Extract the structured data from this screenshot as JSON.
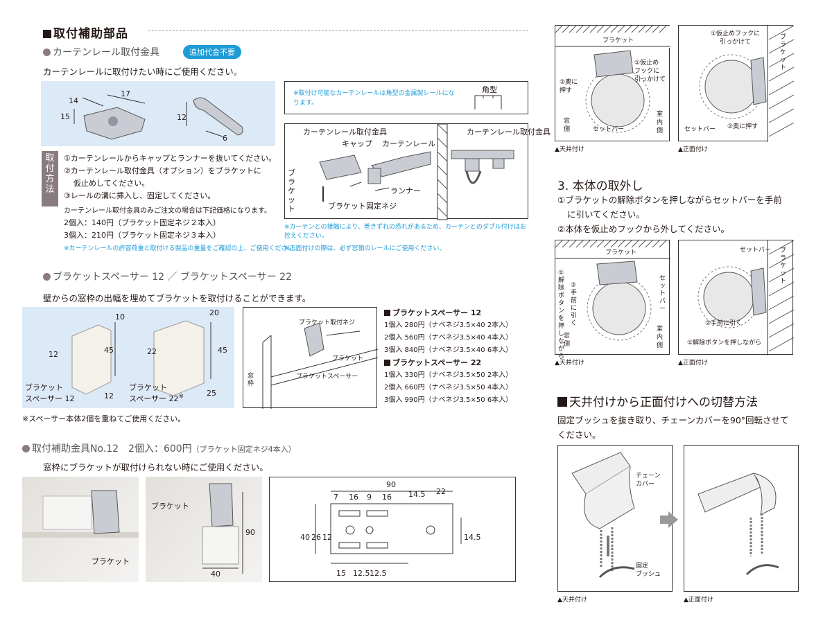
{
  "left": {
    "section_title": "取付補助部品",
    "rail_fitting": {
      "heading": "カーテンレール取付金具",
      "badge": "追加代金不要",
      "intro": "カーテンレールに取付けたい時にご使用ください。",
      "dims": [
        "14",
        "17",
        "15",
        "12",
        "6"
      ],
      "method_tab": "取付方法",
      "steps": [
        "①カーテンレールからキャップとランナーを抜いてください。",
        "②カーテンレール取付金具（オプション）をブラケットに",
        "仮止めしてください。",
        "③レールの溝に挿入し、固定してください。"
      ],
      "price_note": "カーテンレール取付金具のみご注文の場合は下記価格になります。",
      "prices": [
        "2個入：140円（ブラケット固定ネジ２本入）",
        "3個入：210円（ブラケット固定ネジ３本入）"
      ],
      "caution": "※カーテンレールの許容荷重と取付ける製品の重量をご確認の上、ご使用ください。",
      "rail_note": "※取付け可能なカーテンレールは角型の金属製レールになります。",
      "rail_type": "角型",
      "diag_labels": {
        "fitting": "カーテンレール取付金具",
        "cap": "キャップ",
        "rail": "カーテンレール",
        "bracket": "ブラケット",
        "runner": "ランナー",
        "screw": "ブラケット固定ネジ",
        "fitting2": "カーテンレール取付金具"
      },
      "contact_note": "※カーテンとの接触により、巻きずれの恐れがあるため、カーテンとのダブル付けはお控えください。",
      "front_note": "※正面付けの際は、必ず窓側のレールにご使用ください。"
    },
    "spacer": {
      "heading": "ブラケットスペーサー 12 ／ ブラケットスペーサー 22",
      "intro": "壁からの窓枠の出幅を埋めてブラケットを取付けることができます。",
      "dims12": [
        "10",
        "45",
        "12",
        "12"
      ],
      "dims22": [
        "20",
        "45",
        "22",
        "25"
      ],
      "label12a": "ブラケット",
      "label12b": "スペーサー 12",
      "label22a": "ブラケット",
      "label22b": "スペーサー 22",
      "star": "※",
      "diag_labels": {
        "screw": "ブラケット取付ネジ",
        "bracket": "ブラケット",
        "spacer": "ブラケットスペーサー",
        "frame": "窓枠"
      },
      "price12_title": "ブラケットスペーサー 12",
      "price12": [
        "1個入 280円（ナベネジ3.5×40 2本入）",
        "2個入 560円（ナベネジ3.5×40 4本入）",
        "3個入 840円（ナベネジ3.5×40 6本入）"
      ],
      "price22_title": "ブラケットスペーサー 22",
      "price22": [
        "1個入 330円（ナベネジ3.5×50 2本入）",
        "2個入 660円（ナベネジ3.5×50 4本入）",
        "3個入 990円（ナベネジ3.5×50 6本入）"
      ],
      "note": "※スペーサー本体2個を重ねてご使用ください。"
    },
    "aux": {
      "heading": "取付補助金具No.12　2個入：600円",
      "heading_small": "（ブラケット固定ネジ4本入）",
      "intro": "窓枠にブラケットが取付けられない時にご使用ください。",
      "photo1_label": "ブラケット",
      "photo2_label": "ブラケット",
      "photo2_dims": [
        "90",
        "40"
      ],
      "drawing_dims": [
        "90",
        "7",
        "16",
        "9",
        "16",
        "14.5",
        "22",
        "40",
        "26",
        "12",
        "14.5",
        "15",
        "12.5",
        "12.5"
      ]
    }
  },
  "right": {
    "top_diag1": {
      "bracket": "ブラケット",
      "hook": [
        "①仮止め",
        "フックに",
        "引っかけて"
      ],
      "push": [
        "②奥に",
        "押す"
      ],
      "window": [
        "窓",
        "側"
      ],
      "room": [
        "室",
        "内",
        "側"
      ],
      "setbar": "セットバー",
      "caption": "▲天井付け"
    },
    "top_diag2": {
      "hook": [
        "①仮止めフックに",
        "引っかけて"
      ],
      "bracket": "ブラケット",
      "setbar": "セットバー",
      "push": "②奥に押す",
      "caption": "▲正面付け"
    },
    "remove": {
      "title": "3. 本体の取外し",
      "steps": [
        "①ブラケットの解除ボタンを押しながらセットバーを手前",
        "に引いてください。",
        "②本体を仮止めフックから外してください。"
      ]
    },
    "mid_diag1": {
      "bracket": "ブラケット",
      "release": "①解除ボタンを押しながら",
      "pull": "②手前に引く",
      "setbar": "セットバー",
      "window": [
        "窓",
        "側"
      ],
      "room": [
        "室",
        "内",
        "側"
      ],
      "caption": "▲天井付け"
    },
    "mid_diag2": {
      "setbar": "セットバー",
      "bracket": "ブラケット",
      "pull": "②手前に引く",
      "release": "①解除ボタンを押しながら",
      "caption": "▲正面付け"
    },
    "switch": {
      "title": "天井付けから正面付けへの切替方法",
      "text": [
        "固定ブッシュを抜き取り、チェーンカバーを90°回転させて",
        "ください。"
      ],
      "chain_cover": [
        "チェーン",
        "カバー"
      ],
      "bush": [
        "固定",
        "ブッシュ"
      ],
      "caption1": "▲天井付け",
      "caption2": "▲正面付け"
    }
  }
}
